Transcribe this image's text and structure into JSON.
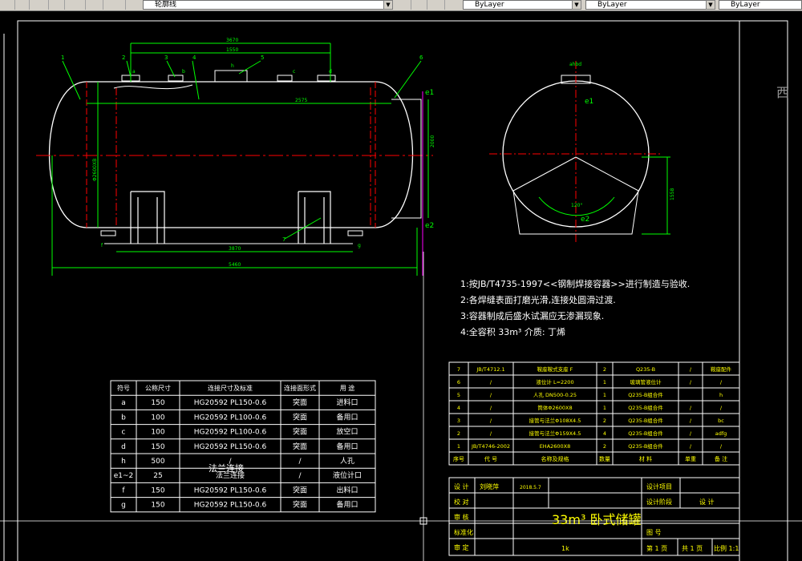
{
  "toolbar": {
    "linetype_layer": "轮廓线",
    "color_control": "ByLayer",
    "linetype_control": "ByLayer",
    "lineweight_control": "ByLayer"
  },
  "side_char": "西",
  "front_view": {
    "dim_3670": "3670",
    "dim_1550": "1550",
    "dim_2575": "2575",
    "dim_2000": "2000",
    "dim_diameter": "Φ2600XB",
    "dim_3870": "3870",
    "dim_5460": "5460",
    "dim_left": "f",
    "dim_g": "g",
    "callouts": [
      "1",
      "2",
      "3",
      "4",
      "5",
      "6",
      "7"
    ],
    "nozzles": [
      "a",
      "b",
      "c",
      "h",
      "d"
    ],
    "e1": "e1",
    "e2": "e2"
  },
  "side_view": {
    "top_label": "ahbd",
    "e1": "e1",
    "e2": "e2",
    "angle": "120°",
    "dim_right": "1558"
  },
  "notes": [
    "1:按JB/T4735-1997<<钢制焊接容器>>进行制造与验收.",
    "2:各焊缝表面打磨光滑,连接处圆滑过渡.",
    "3:容器制成后盛水试漏应无渗漏现象.",
    "4:全容积 33m³  介质: 丁烯"
  ],
  "nozzle_table": {
    "headers": [
      "符号",
      "公称尺寸",
      "连接尺寸及标准",
      "连接面形式",
      "用 途"
    ],
    "rows": [
      [
        "a",
        "150",
        "HG20592 PL150-0.6",
        "突面",
        "进料口"
      ],
      [
        "b",
        "100",
        "HG20592 PL100-0.6",
        "突面",
        "备用口"
      ],
      [
        "c",
        "100",
        "HG20592 PL100-0.6",
        "突面",
        "放空口"
      ],
      [
        "d",
        "150",
        "HG20592 PL150-0.6",
        "突面",
        "备用口"
      ],
      [
        "h",
        "500",
        "/",
        "/",
        "人孔"
      ],
      [
        "e1~2",
        "25",
        "法兰连接",
        "/",
        "液位计口"
      ],
      [
        "f",
        "150",
        "HG20592 PL150-0.6",
        "突面",
        "出料口"
      ],
      [
        "g",
        "150",
        "HG20592 PL150-0.6",
        "突面",
        "备用口"
      ]
    ]
  },
  "parts_list": {
    "rows": [
      [
        "7",
        "JB/T4712.1",
        "鞍座鞍式支座 F",
        "2",
        "Q235-B",
        "/",
        "鞍座配件"
      ],
      [
        "6",
        "/",
        "液位计 L=2200",
        "1",
        "玻璃管液位计",
        "/",
        "/"
      ],
      [
        "5",
        "/",
        "人孔 DN500-0.25",
        "1",
        "Q235-B组合件",
        "",
        "h"
      ],
      [
        "4",
        "/",
        "筒体Φ2600X8",
        "1",
        "Q235-B组合件",
        "/",
        "/"
      ],
      [
        "3",
        "/",
        "接管与法兰Φ108X4.5",
        "2",
        "Q235-B组合件",
        "/",
        "bc"
      ],
      [
        "2",
        "/",
        "接管与法兰Φ159X4.5",
        "4",
        "Q235-B组合件",
        "/",
        "adfg"
      ],
      [
        "1",
        "JB/T4746-2002",
        "EHA2600X8",
        "2",
        "Q235-B组合件",
        "/",
        "/"
      ]
    ],
    "header": [
      "序号",
      "代 号",
      "名称及规格",
      "数量",
      "材 料",
      "单重",
      "备 注"
    ]
  },
  "title_block": {
    "labels": [
      "设 计",
      "校 对",
      "审 核",
      "标准化",
      "审 定"
    ],
    "designer": "刘晓萍",
    "date": "2018.5.7",
    "project_label": "设计项目",
    "stage_label": "设计阶段",
    "stage_value": "设 计",
    "title_text": "33m³ 卧式储罐",
    "drawing_no_label": "图 号",
    "sheet": "第 1 页",
    "total": "共 1 页",
    "scale": "比例 1:1",
    "scale_text": "1k"
  },
  "annotation_text": "法兰连接"
}
